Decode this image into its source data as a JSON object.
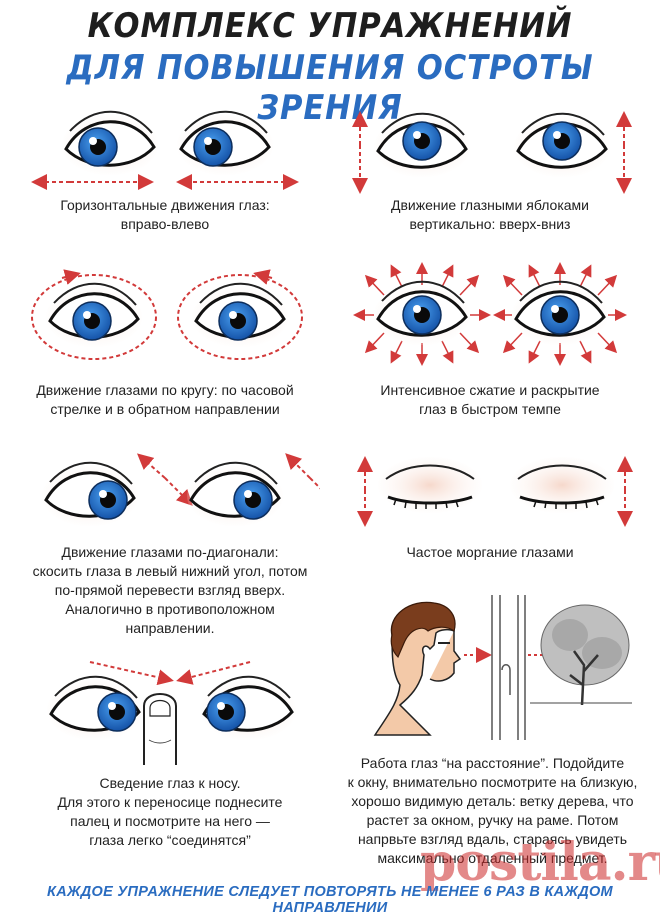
{
  "header": {
    "title_line1": "КОМПЛЕКС УПРАЖНЕНИЙ",
    "title_line2": "ДЛЯ ПОВЫШЕНИЯ ОСТРОТЫ ЗРЕНИЯ"
  },
  "exercises": [
    {
      "caption": [
        "Горизонтальные движения глаз:",
        "вправо-влево"
      ]
    },
    {
      "caption": [
        "Движение глазными яблоками",
        "вертикально: вверх-вниз"
      ]
    },
    {
      "caption": [
        "Движение глазами по кругу: по часовой",
        "стрелке и в обратном направлении"
      ]
    },
    {
      "caption": [
        "Интенсивное сжатие и раскрытие",
        "глаз в быстром темпе"
      ]
    },
    {
      "caption": [
        "Движение глазами по-диагонали:",
        "скосить глаза в левый нижний угол, потом",
        "по-прямой перевести взгляд вверх.",
        "Аналогично в противоположном",
        "направлении."
      ]
    },
    {
      "caption": [
        "Частое моргание глазами"
      ]
    },
    {
      "caption": [
        "Сведение глаз к носу.",
        "Для этого к переносице поднесите",
        "палец и посмотрите на него —",
        "глаза легко “соединятся”"
      ]
    },
    {
      "caption": [
        "Работа глаз “на расстояние”. Подойдите",
        "к окну, внимательно посмотрите на близкую,",
        "хорошо видимую деталь: ветку дерева, что",
        "растет за окном, ручку на раме. Потом",
        "напрвьте взгляд вдаль, стараясь увидеть",
        "максимально отдаленный предмет."
      ]
    }
  ],
  "footer": "КАЖДОЕ УПРАЖНЕНИЕ СЛЕДУЕТ ПОВТОРЯТЬ НЕ МЕНЕЕ 6 РАЗ В КАЖДОМ НАПРАВЛЕНИИ",
  "watermark": "postila.ru",
  "colors": {
    "title_dark": "#1e1e1e",
    "title_blue": "#2a6cc0",
    "iris": "#1f66c4",
    "arrow_red": "#d23a3a",
    "lid_shadow": "#f2cdbd"
  }
}
